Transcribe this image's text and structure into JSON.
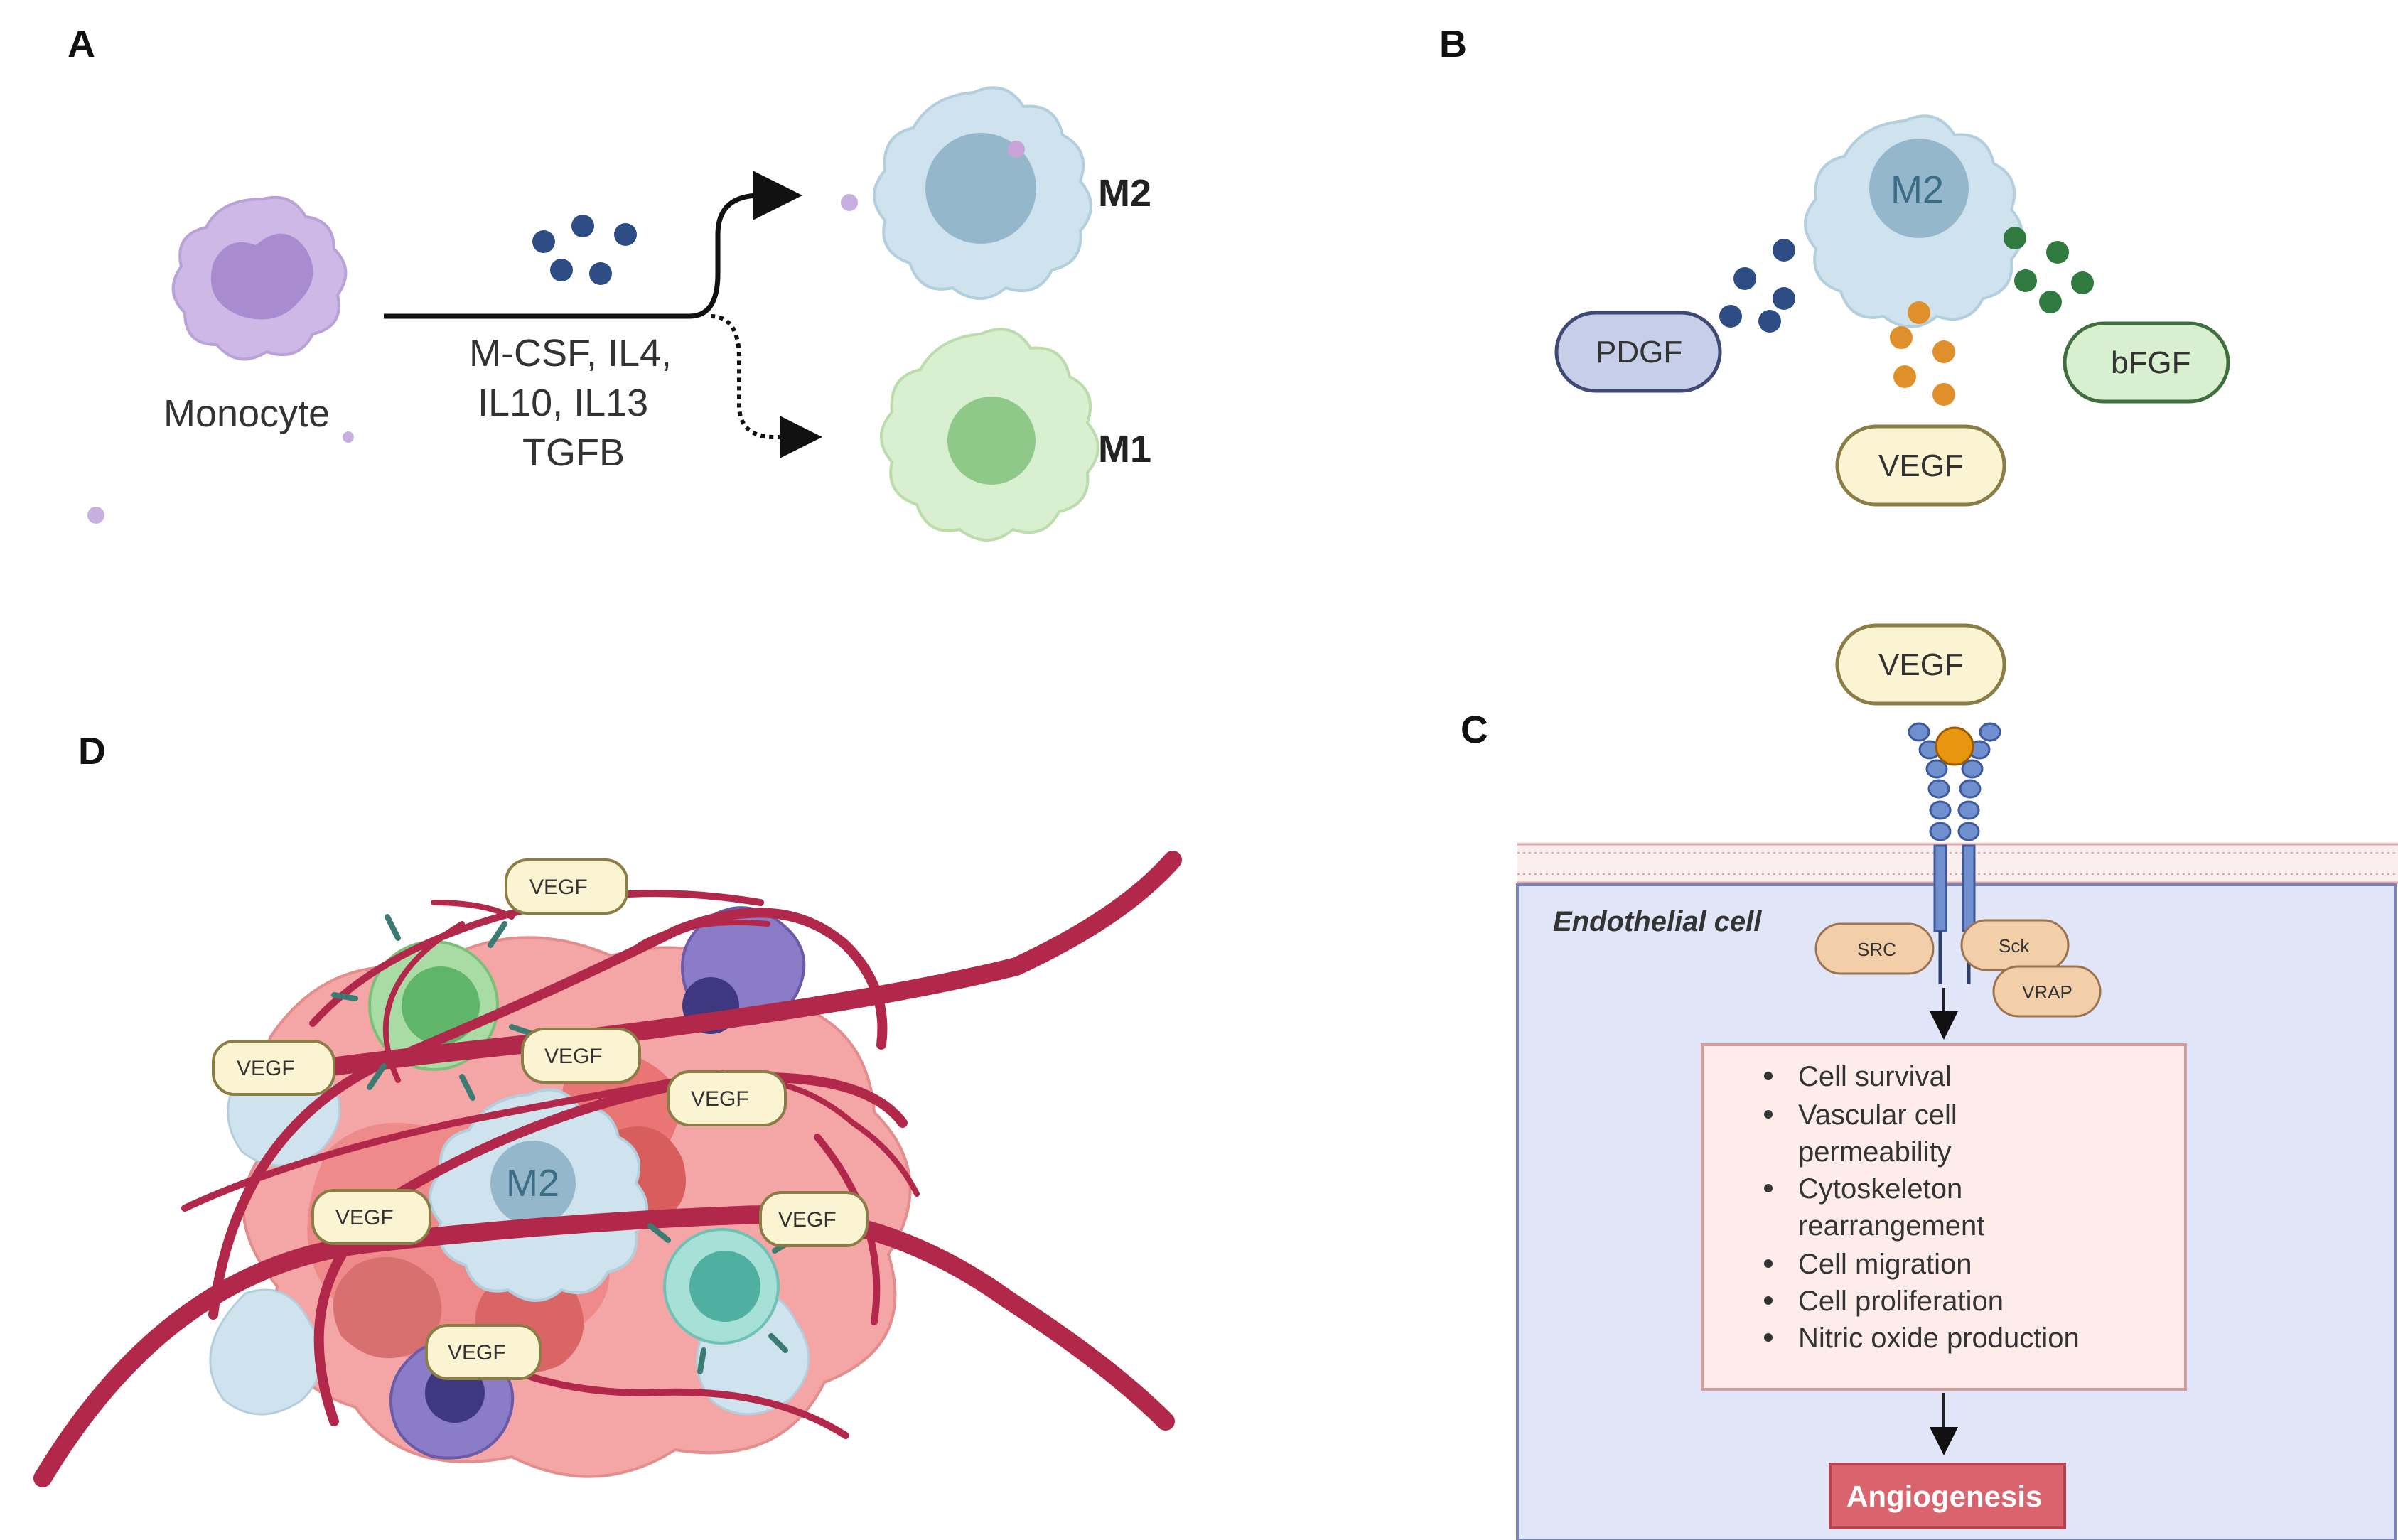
{
  "panels": {
    "a": "A",
    "b": "B",
    "c": "C",
    "d": "D"
  },
  "panel_a": {
    "monocyte": "Monocyte",
    "factors_line1": "M-CSF, IL4,",
    "factors_line2": "IL10, IL13",
    "factors_line3": "TGFB",
    "m2": "M2",
    "m1": "M1"
  },
  "panel_b": {
    "m2": "M2",
    "pdgf": "PDGF",
    "vegf": "VEGF",
    "bfgf": "bFGF"
  },
  "panel_c": {
    "vegf": "VEGF",
    "endothelial": "Endothelial cell",
    "src": "SRC",
    "sck": "Sck",
    "vrap": "VRAP",
    "effects": [
      "Cell survival",
      "Vascular cell",
      "permeability",
      "Cytoskeleton",
      "rearrangement",
      "Cell migration",
      "Cell proliferation",
      "Nitric oxide production"
    ],
    "outcome": "Angiogenesis"
  },
  "panel_d": {
    "m2": "M2",
    "vegf_labels": [
      "VEGF",
      "VEGF",
      "VEGF",
      "VEGF",
      "VEGF",
      "VEGF",
      "VEGF"
    ]
  },
  "colors": {
    "monocyte": "#cdb8e6",
    "m2_cell": "#cfe3ee",
    "m1_cell": "#d8f0cf",
    "vessel": "#b2284a",
    "tumor": "#f08b8b",
    "pdgf_dots": "#2e4d85",
    "vegf_dots": "#e0902a",
    "bfgf_dots": "#2f7a3f",
    "angiogenesis": "#d9646e"
  }
}
